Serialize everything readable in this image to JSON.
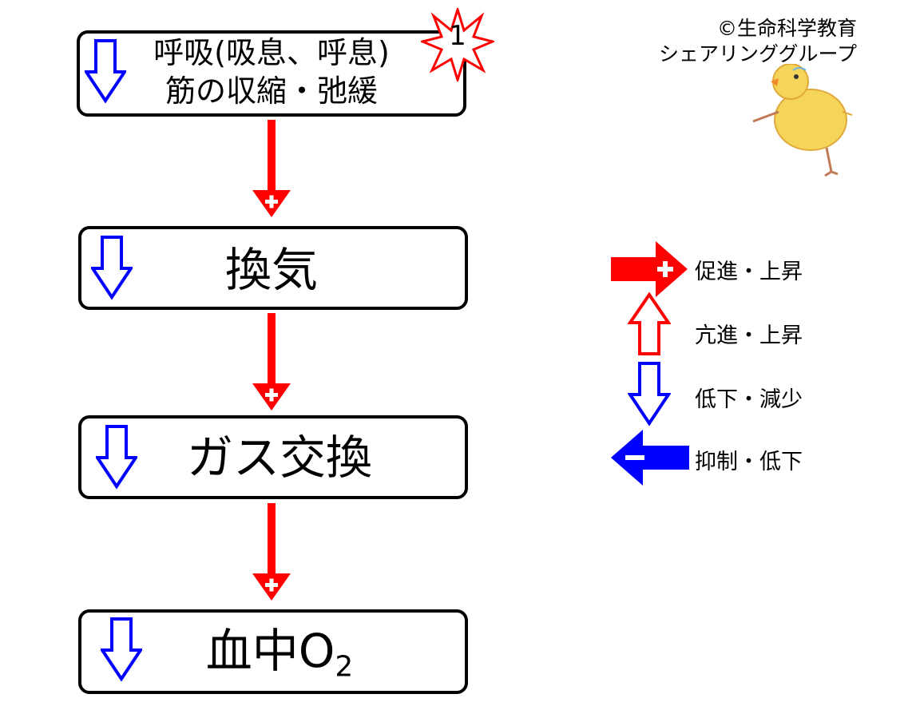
{
  "copyright": {
    "line1": "©生命科学教育",
    "line2": "シェアリンググループ"
  },
  "steps": [
    {
      "line1": "呼吸(吸息、呼息)",
      "line2": "筋の収縮・弛緩",
      "badge": "1"
    },
    {
      "label": "換気"
    },
    {
      "label": "ガス交換"
    },
    {
      "label": "血中O",
      "sub": "2"
    }
  ],
  "legend": [
    {
      "icon": "red-plus-arrow-icon",
      "label": "促進・上昇"
    },
    {
      "icon": "red-up-outline-arrow-icon",
      "label": "亢進・上昇"
    },
    {
      "icon": "blue-down-outline-arrow-icon",
      "label": "低下・減少"
    },
    {
      "icon": "blue-minus-arrow-icon",
      "label": "抑制・低下"
    }
  ],
  "colors": {
    "promote": "#ff0000",
    "decrease": "#0000ff",
    "border": "#000000"
  }
}
